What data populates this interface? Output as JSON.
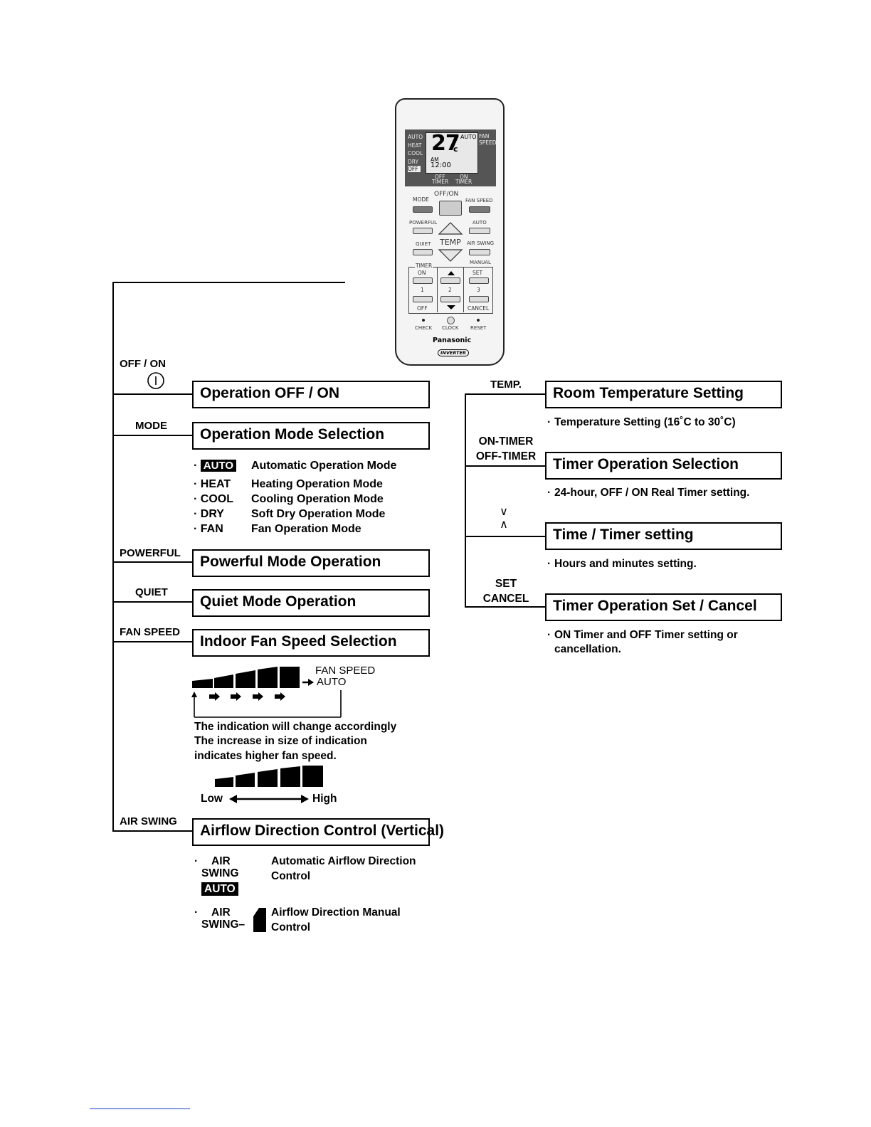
{
  "remote": {
    "display": {
      "modes": [
        "AUTO",
        "HEAT",
        "COOL",
        "DRY",
        "OFF"
      ],
      "temp": "27",
      "unit": "c",
      "auto": "AUTO",
      "fan_speed": [
        "FAN",
        "SPEED"
      ],
      "am": "AM",
      "clock": "12:00",
      "off_timer": [
        "OFF",
        "TIMER"
      ],
      "on_timer": [
        "ON",
        "TIMER"
      ]
    },
    "buttons": {
      "mode": "MODE",
      "offon": "OFF/ON",
      "fan_speed": "FAN SPEED",
      "powerful": "POWERFUL",
      "auto": "AUTO",
      "quiet": "QUIET",
      "temp": "TEMP",
      "air_swing": "AIR SWING",
      "manual": "MANUAL",
      "timer": "TIMER",
      "on": "ON",
      "set": "SET",
      "n1": "1",
      "n2": "2",
      "n3": "3",
      "off": "OFF",
      "cancel": "CANCEL",
      "check": "CHECK",
      "clock": "CLOCK",
      "reset": "RESET"
    },
    "brand": "Panasonic",
    "sub_brand": "INVERTER"
  },
  "left": {
    "offon": {
      "label": "OFF / ON",
      "box": "Operation OFF / ON"
    },
    "mode": {
      "label": "MODE",
      "box": "Operation Mode Selection",
      "items": [
        {
          "code": "AUTO",
          "desc": "Automatic Operation Mode"
        },
        {
          "code": "HEAT",
          "desc": "Heating Operation Mode"
        },
        {
          "code": "COOL",
          "desc": "Cooling Operation Mode"
        },
        {
          "code": "DRY",
          "desc": "Soft Dry Operation Mode"
        },
        {
          "code": "FAN",
          "desc": "Fan Operation Mode"
        }
      ]
    },
    "powerful": {
      "label": "POWERFUL",
      "box": "Powerful Mode Operation"
    },
    "quiet": {
      "label": "QUIET",
      "box": "Quiet Mode Operation"
    },
    "fanspeed": {
      "label": "FAN SPEED",
      "box": "Indoor Fan Speed Selection",
      "auto_label": [
        "FAN SPEED",
        "AUTO"
      ],
      "note": [
        "The indication will change accordingly",
        "The increase in size of indication",
        "indicates higher fan speed."
      ],
      "low": "Low",
      "high": "High"
    },
    "airswing": {
      "label": "AIR SWING",
      "box": "Airflow Direction Control (Vertical)",
      "auto_item": {
        "code": [
          "AIR",
          "SWING",
          "AUTO"
        ],
        "desc": [
          "Automatic Airflow Direction",
          "Control"
        ]
      },
      "manual_item": {
        "code": [
          "AIR",
          "SWING–"
        ],
        "desc": [
          "Airflow Direction Manual",
          "Control"
        ]
      }
    }
  },
  "right": {
    "temp": {
      "label": "TEMP.",
      "box": "Room Temperature Setting",
      "note": "Temperature Setting (16˚C to 30˚C)"
    },
    "timer": {
      "label": [
        "ON-TIMER",
        "OFF-TIMER"
      ],
      "box": "Timer Operation Selection",
      "note": "24-hour, OFF / ON Real Timer setting."
    },
    "time": {
      "label": [
        "∨",
        "∧"
      ],
      "box": "Time / Timer setting",
      "note": "Hours and minutes setting."
    },
    "set": {
      "label": [
        "SET",
        "CANCEL"
      ],
      "box": "Timer Operation Set / Cancel",
      "note": [
        "ON Timer and OFF Timer setting or",
        "cancellation."
      ]
    }
  }
}
